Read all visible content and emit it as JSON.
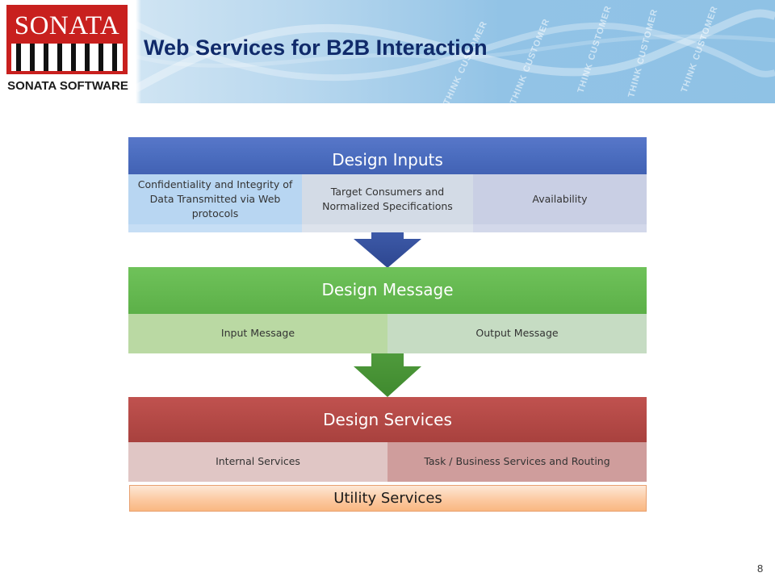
{
  "header": {
    "logo_text": "SONATA",
    "logo_subtext": "SONATA SOFTWARE",
    "title": "Web Services for B2B Interaction",
    "watermark_text": "THINK CUSTOMER"
  },
  "diagram": {
    "inputs": {
      "title": "Design Inputs",
      "items": [
        "Confidentiality and Integrity of Data Transmitted via Web protocols",
        "Target Consumers and Normalized Specifications",
        "Availability"
      ],
      "color": "#4b6dbf"
    },
    "message": {
      "title": "Design Message",
      "items": [
        "Input Message",
        "Output Message"
      ],
      "color": "#5cb048"
    },
    "services": {
      "title": "Design Services",
      "items": [
        "Internal Services",
        "Task / Business Services and Routing"
      ],
      "color": "#a8413e"
    },
    "utility": {
      "label": "Utility Services"
    }
  },
  "footer": {
    "page_number": "8"
  }
}
